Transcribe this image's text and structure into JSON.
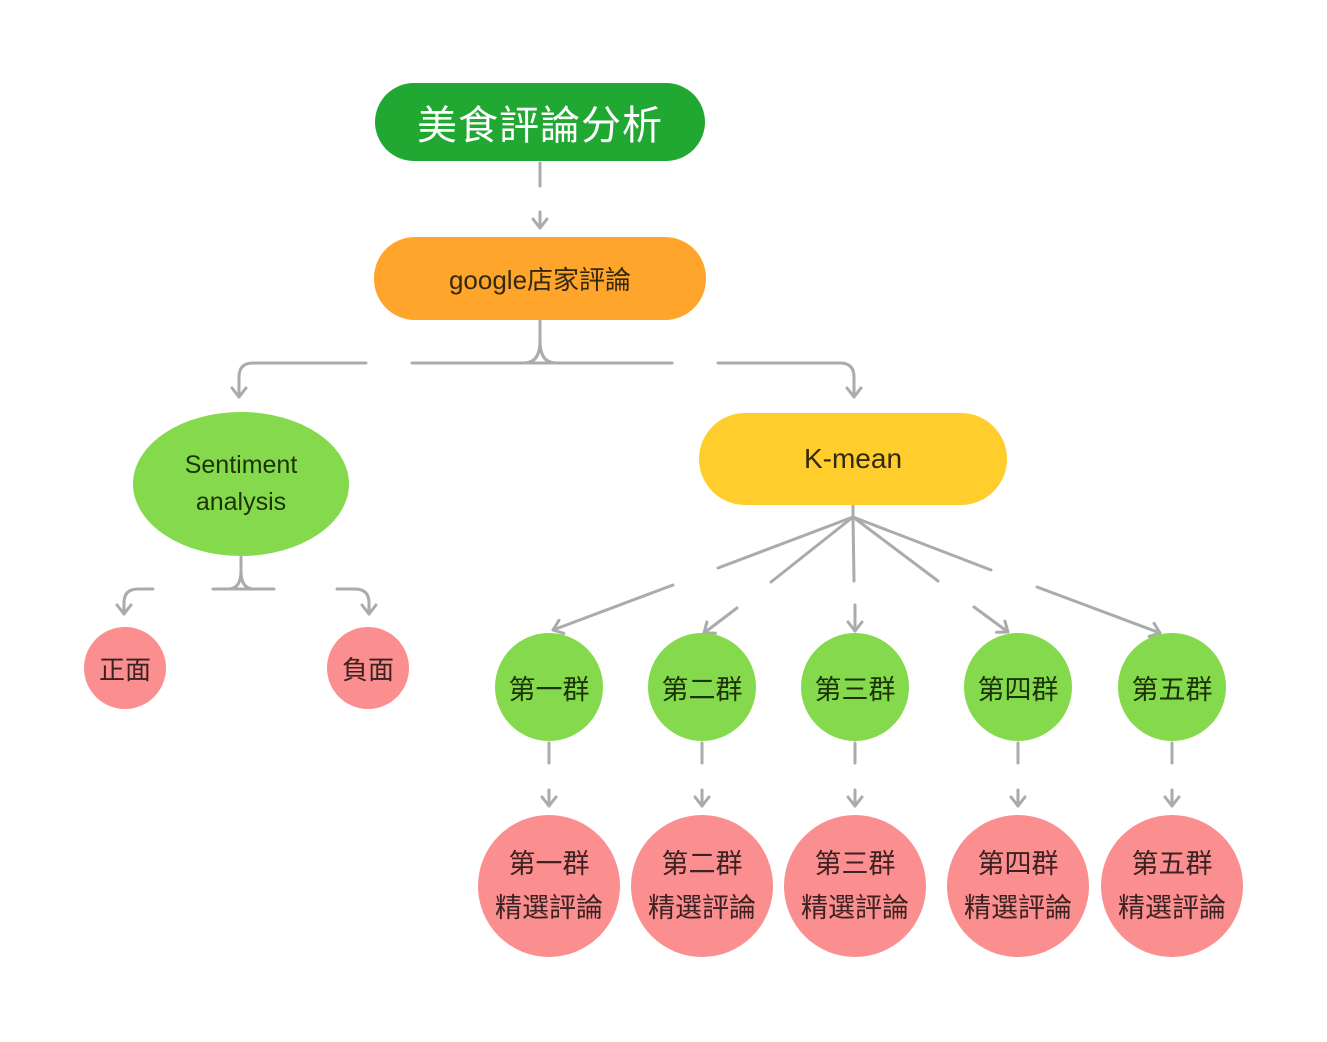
{
  "diagram": {
    "root": {
      "label": "美食評論分析"
    },
    "source": {
      "label": "google店家評論"
    },
    "sentiment": {
      "line1": "Sentiment",
      "line2": "analysis"
    },
    "positive": {
      "label": "正面"
    },
    "negative": {
      "label": "負面"
    },
    "kmean": {
      "label": "K-mean"
    },
    "clusters": [
      {
        "label": "第一群",
        "review_line1": "第一群",
        "review_line2": "精選評論"
      },
      {
        "label": "第二群",
        "review_line1": "第二群",
        "review_line2": "精選評論"
      },
      {
        "label": "第三群",
        "review_line1": "第三群",
        "review_line2": "精選評論"
      },
      {
        "label": "第四群",
        "review_line1": "第四群",
        "review_line2": "精選評論"
      },
      {
        "label": "第五群",
        "review_line1": "第五群",
        "review_line2": "精選評論"
      }
    ],
    "colors": {
      "root_green": "#21A833",
      "orange": "#FFA52B",
      "yellow": "#FFCE2D",
      "light_green": "#85D94C",
      "pink": "#FB8E8E",
      "connector": "#A9ABAD"
    }
  }
}
